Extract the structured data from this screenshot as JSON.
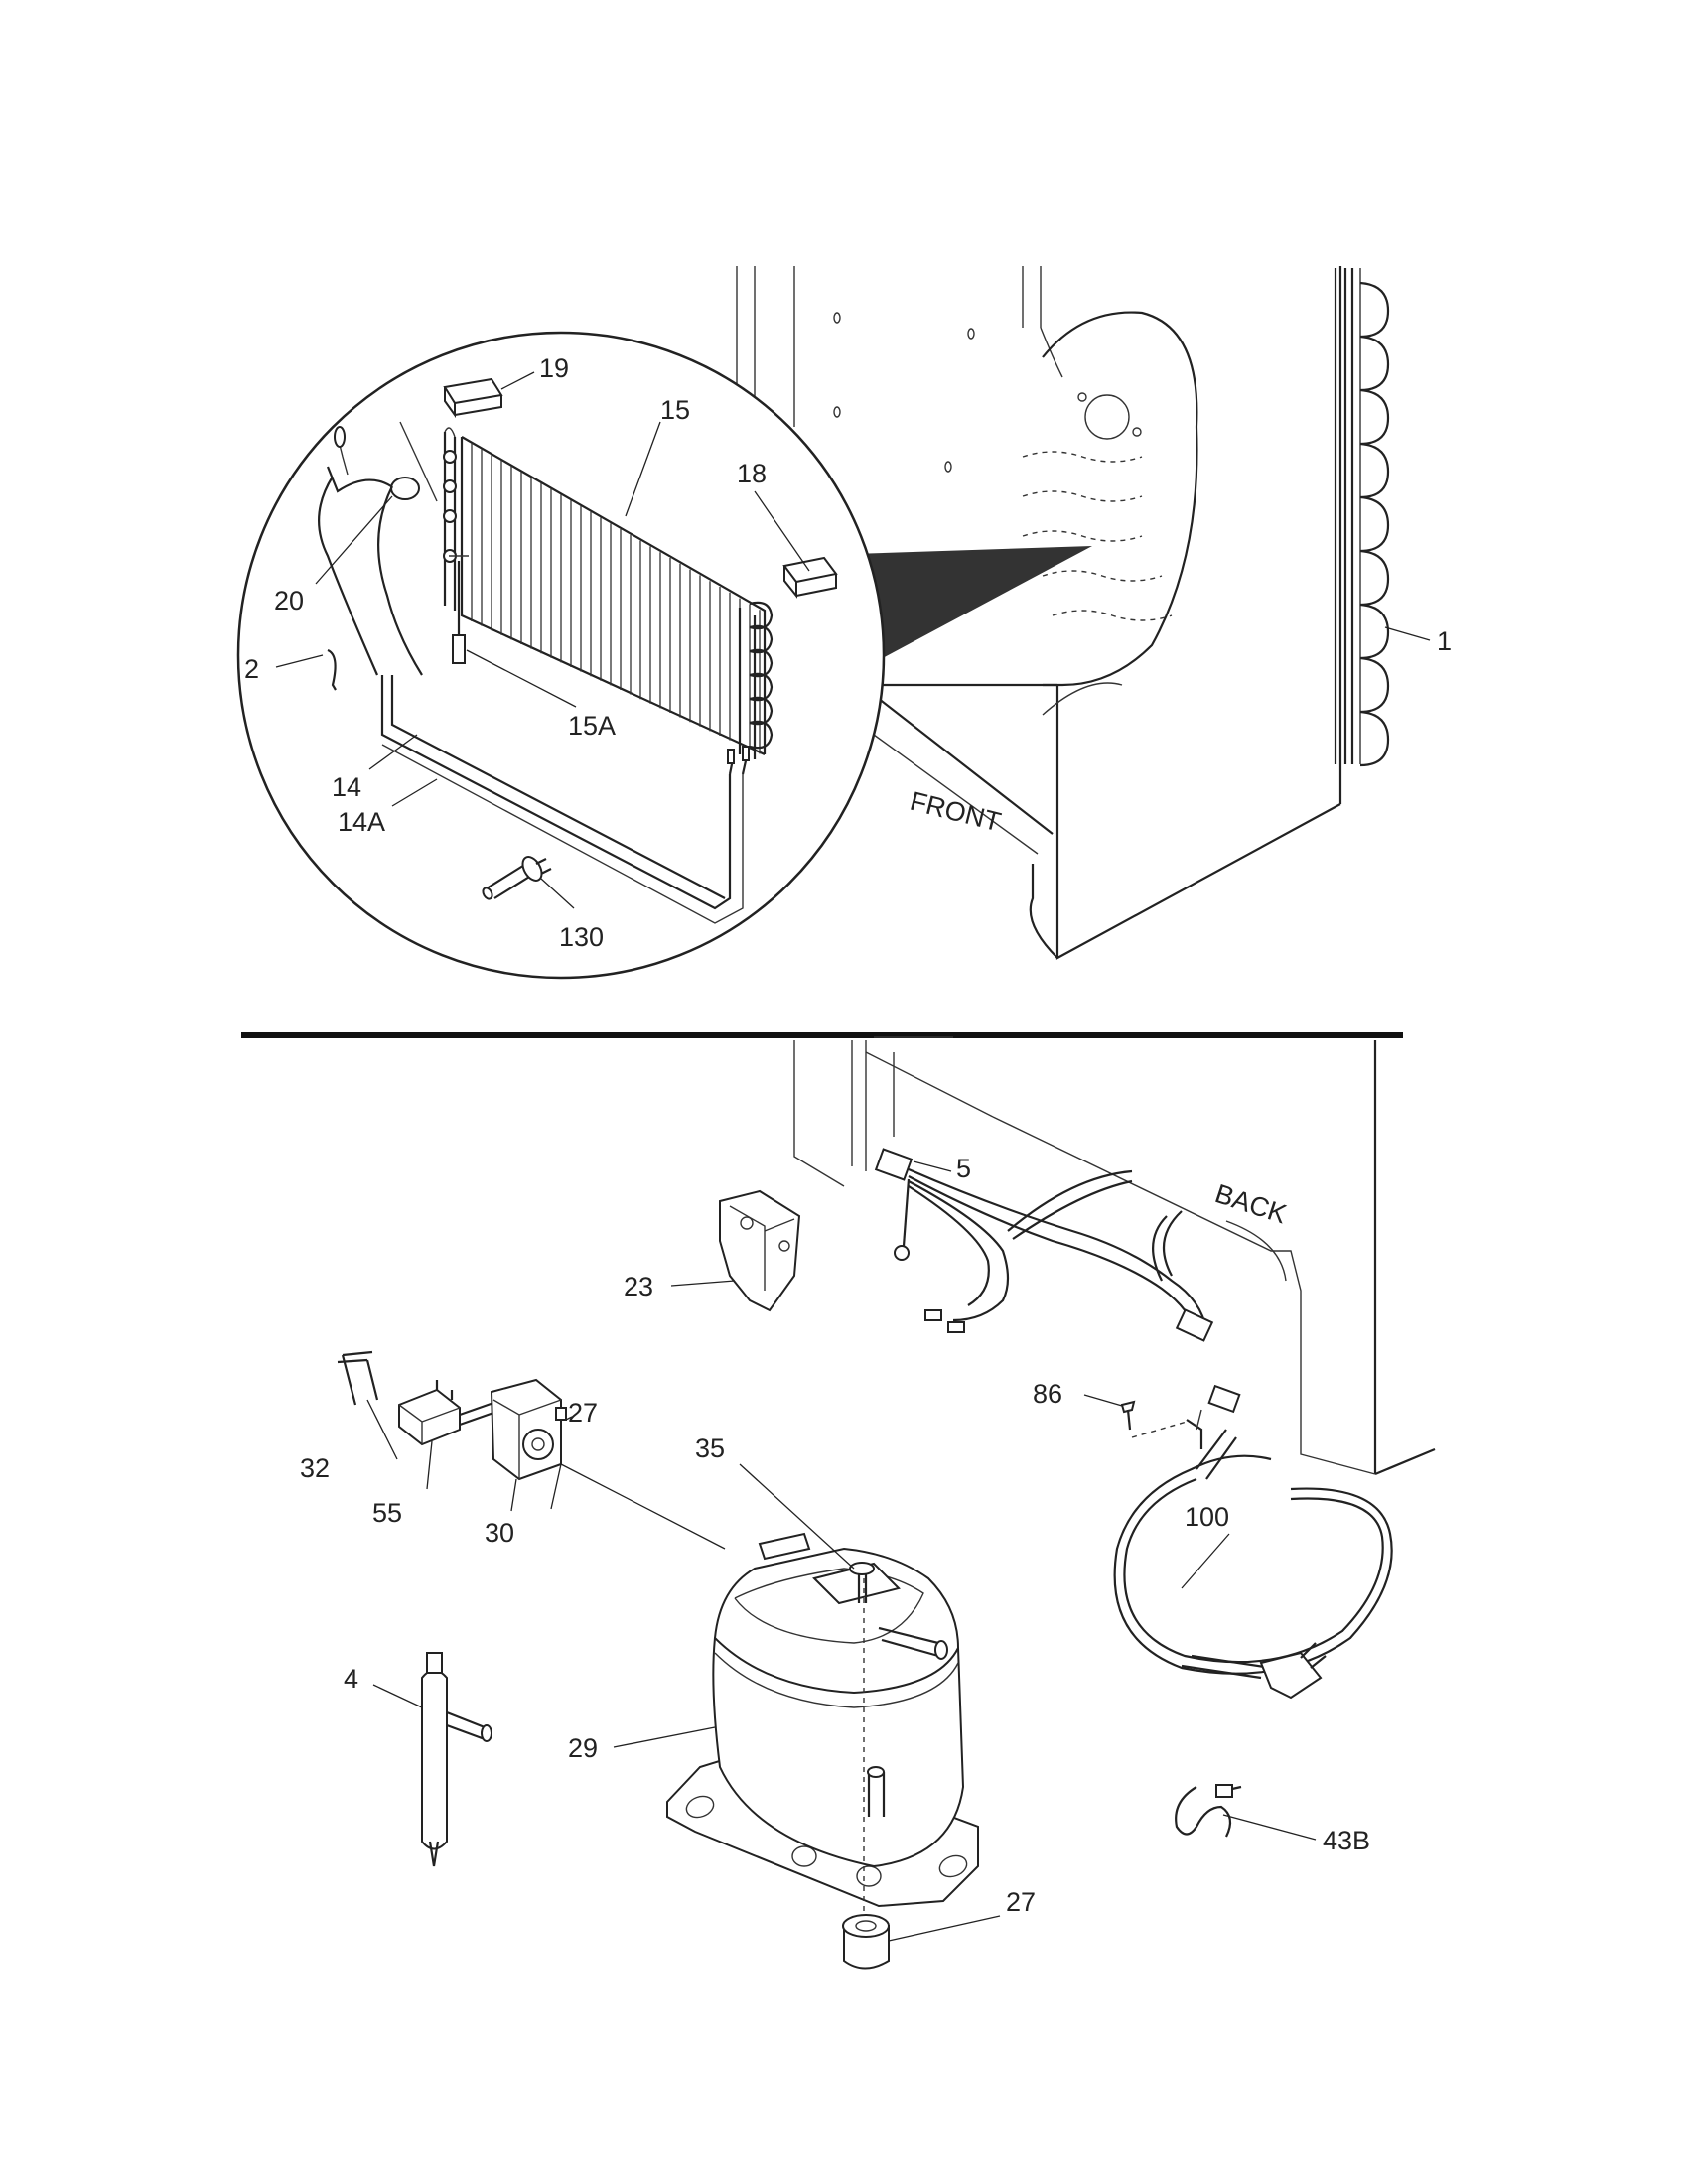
{
  "diagram": {
    "text_labels": {
      "front": "FRONT",
      "back": "BACK"
    },
    "callouts": [
      {
        "id": "c19",
        "text": "19"
      },
      {
        "id": "c15",
        "text": "15"
      },
      {
        "id": "c18",
        "text": "18"
      },
      {
        "id": "c20",
        "text": "20"
      },
      {
        "id": "c2",
        "text": "2"
      },
      {
        "id": "c15a",
        "text": "15A"
      },
      {
        "id": "c14",
        "text": "14"
      },
      {
        "id": "c14a",
        "text": "14A"
      },
      {
        "id": "c130",
        "text": "130"
      },
      {
        "id": "c1",
        "text": "1"
      },
      {
        "id": "c5",
        "text": "5"
      },
      {
        "id": "c23",
        "text": "23"
      },
      {
        "id": "c27a",
        "text": "27"
      },
      {
        "id": "c32",
        "text": "32"
      },
      {
        "id": "c55",
        "text": "55"
      },
      {
        "id": "c30",
        "text": "30"
      },
      {
        "id": "c86",
        "text": "86"
      },
      {
        "id": "c35",
        "text": "35"
      },
      {
        "id": "c100",
        "text": "100"
      },
      {
        "id": "c4",
        "text": "4"
      },
      {
        "id": "c29",
        "text": "29"
      },
      {
        "id": "c43b",
        "text": "43B"
      },
      {
        "id": "c27b",
        "text": "27"
      }
    ]
  }
}
